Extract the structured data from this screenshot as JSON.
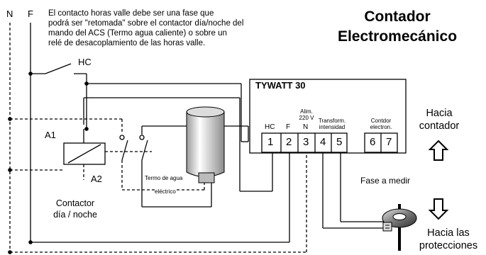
{
  "wire_labels": {
    "neutral": "N",
    "phase": "F"
  },
  "note": {
    "lines": [
      "El contacto horas valle debe ser una fase que",
      "podrá ser \"retomada\" sobre el contactor día/noche del",
      "mando del ACS (Termo agua caliente) o sobre un",
      "relé de desacoplamiento de las horas valle."
    ]
  },
  "title": {
    "line1": "Contador",
    "line2": "Electromecánico"
  },
  "hc_contact": "HC",
  "device": {
    "name": "TYWATT 30",
    "alim": [
      "Alim.",
      "220 V"
    ],
    "hc": "HC",
    "f": "F",
    "n": "N",
    "transform": [
      "Transform.",
      "intensidad"
    ],
    "contdor": [
      "Contdor",
      "electron."
    ],
    "terminals": [
      "1",
      "2",
      "3",
      "4",
      "5",
      "6",
      "7"
    ]
  },
  "coil": {
    "a1": "A1",
    "a2": "A2"
  },
  "contactor_label": {
    "line1": "Contactor",
    "line2": "día / noche"
  },
  "termo": {
    "line1": "Termo de agua",
    "line2": "eléctrico"
  },
  "fase_a_medir": "Fase a medir",
  "hacia_contador": {
    "line1": "Hacia",
    "line2": "contador"
  },
  "hacia_protecciones": {
    "line1": "Hacia las",
    "line2": "protecciones"
  }
}
